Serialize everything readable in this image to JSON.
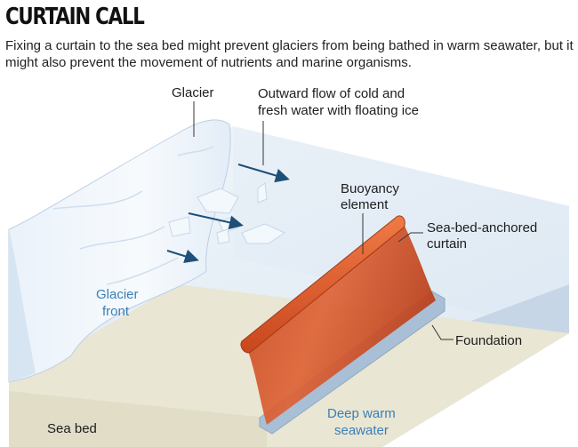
{
  "title": "CURTAIN CALL",
  "subtitle": "Fixing a curtain to the sea bed might prevent glaciers from being bathed in warm seawater, but it might also prevent the movement of nutrients and marine organisms.",
  "labels": {
    "glacier": "Glacier",
    "outward_flow_line1": "Outward flow of cold and",
    "outward_flow_line2": "fresh water with floating ice",
    "buoyancy_line1": "Buoyancy",
    "buoyancy_line2": "element",
    "curtain_line1": "Sea-bed-anchored",
    "curtain_line2": "curtain",
    "glacier_front_line1": "Glacier",
    "glacier_front_line2": "front",
    "foundation": "Foundation",
    "deep_warm_line1": "Deep warm",
    "deep_warm_line2": "seawater",
    "sea_bed": "Sea bed"
  },
  "colors": {
    "water_surface": "#e4eef7",
    "water_side": "#d3e2ef",
    "sea_bed": "#e7e4d2",
    "glacier": "#f4f8fc",
    "curtain": "#d9552b",
    "buoy": "#e0582a",
    "foundation": "#a9bfd6",
    "arrow": "#1e4f78",
    "label_blue": "#3a7fb6"
  }
}
